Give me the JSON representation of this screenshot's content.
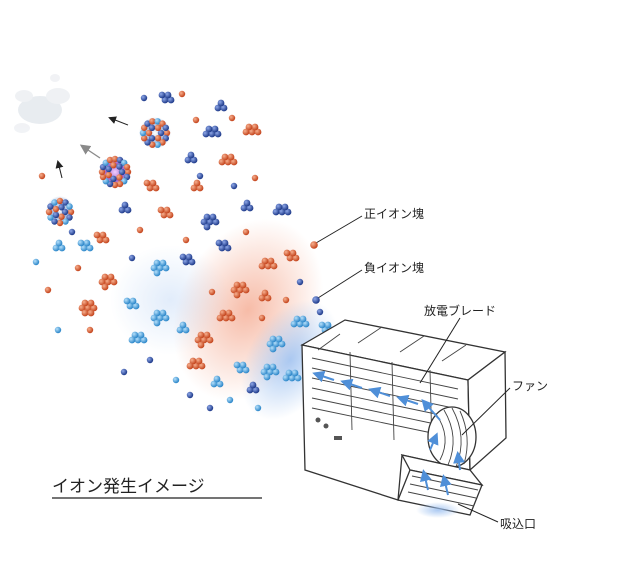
{
  "title": "イオン発生イメージ",
  "labels": {
    "positive_cluster": "正イオン塊",
    "negative_cluster": "負イオン塊",
    "discharge_blade": "放電ブレード",
    "fan": "ファン",
    "intake": "吸込口"
  },
  "colors": {
    "positive_ion": "#d2582f",
    "negative_ion": "#2b4fa8",
    "light_negative_ion": "#3d9ad8",
    "positive_glow": "#f6b7a0",
    "negative_glow": "#a9c8f2",
    "airflow_arrow": "#4f8fd8",
    "text": "#222222"
  }
}
